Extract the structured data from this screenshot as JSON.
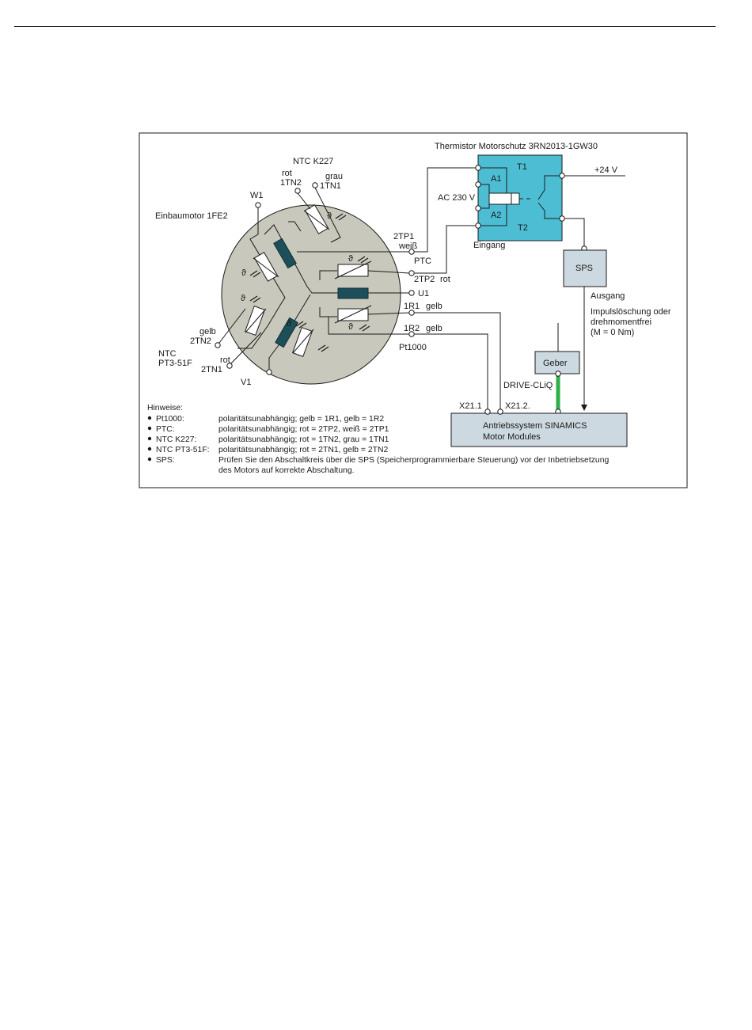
{
  "diagram": {
    "thermistor_title": "Thermistor Motorschutz 3RN2013-1GW30",
    "relay": {
      "t1": "T1",
      "t2": "T2",
      "a1": "A1",
      "a2": "A2",
      "supply": "AC 230 V",
      "input": "Eingang",
      "plus24": "+24 V"
    },
    "motor": {
      "name": "Einbaumotor 1FE2",
      "w1": "W1",
      "v1": "V1",
      "u1": "U1",
      "theta": "ϑ"
    },
    "ntc_k227": {
      "title": "NTC K227",
      "rot": "rot",
      "tn2": "1TN2",
      "grau": "grau",
      "tn1": "1TN1"
    },
    "ntc_pt3": {
      "title1": "NTC",
      "title2": "PT3-51F",
      "gelb": "gelb",
      "tn2": "2TN2",
      "rot": "rot",
      "tn1": "2TN1"
    },
    "ptc": {
      "tp1": "2TP1",
      "weiss": "weiß",
      "label": "PTC",
      "tp2": "2TP2",
      "rot": "rot"
    },
    "pt1000": {
      "r1": "1R1",
      "r1_color": "gelb",
      "r2": "1R2",
      "r2_color": "gelb",
      "label": "Pt1000"
    },
    "sps": {
      "label": "SPS",
      "ausgang": "Ausgang",
      "note1": "Impulslöschung oder",
      "note2": "drehmomentfrei",
      "note3": "(M = 0 Nm)"
    },
    "geber": "Geber",
    "drive_cliq": "DRIVE-CLiQ",
    "x211": "X21.1",
    "x212": "X21.2.",
    "sinamics1": "Antriebssystem SINAMICS",
    "sinamics2": "Motor Modules",
    "colors": {
      "relay_fill": "#4dbdd4",
      "motor_fill": "#c8c8bc",
      "module_fill": "#cdd9e0",
      "winding": "#1d4f5a",
      "cliq": "#2fae4a"
    }
  },
  "notes": {
    "title": "Hinweise:",
    "items": [
      {
        "key": "Pt1000:",
        "text": "polaritätsunabhängig; gelb = 1R1, gelb = 1R2"
      },
      {
        "key": "PTC:",
        "text": "polaritätsunabhängig; rot = 2TP2, weiß = 2TP1"
      },
      {
        "key": "NTC K227:",
        "text": "polaritätsunabhängig; rot = 1TN2, grau = 1TN1"
      },
      {
        "key": "NTC PT3-51F:",
        "text": "polaritätsunabhängig; rot = 2TN1, gelb = 2TN2"
      },
      {
        "key": "SPS:",
        "text": "Prüfen Sie den Abschaltkreis über die SPS (Speicherprogrammierbare Steuerung) vor der Inbetriebsetzung",
        "text2": "des Motors auf korrekte Abschaltung."
      }
    ]
  }
}
